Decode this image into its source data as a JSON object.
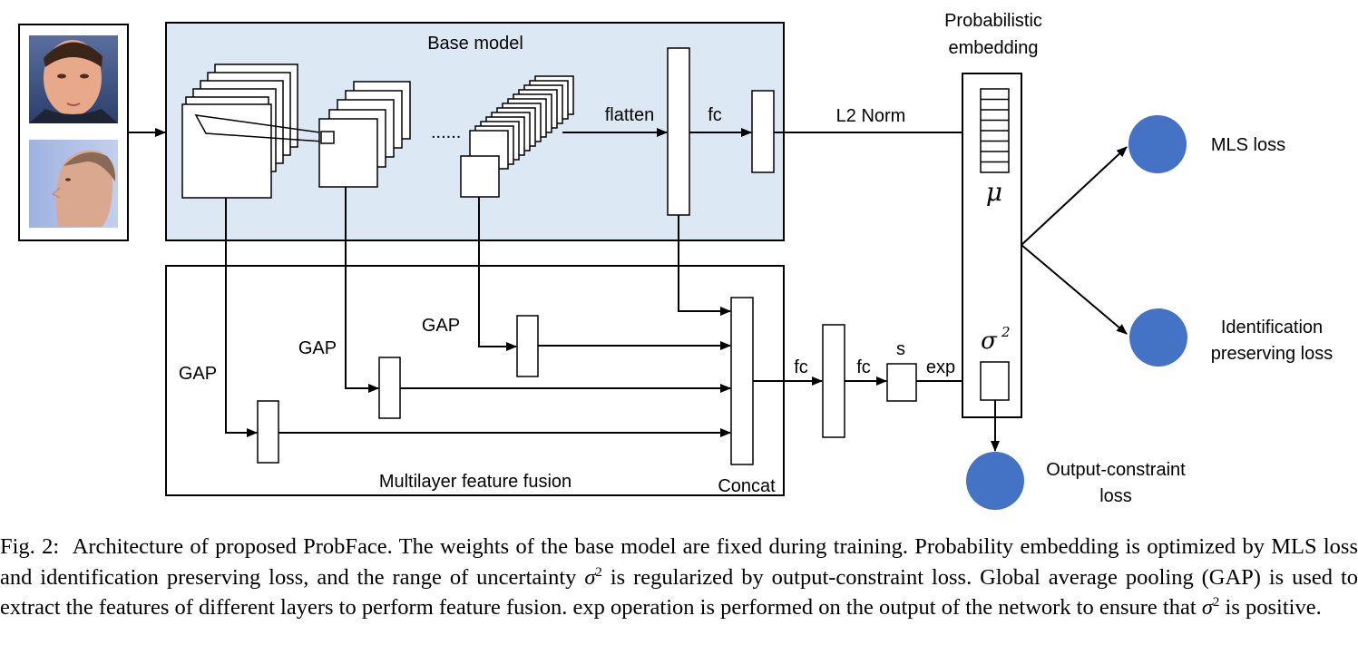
{
  "diagram": {
    "base_model": "Base model",
    "fusion": "Multilayer feature fusion",
    "concat": "Concat",
    "flatten": "flatten",
    "fc": "fc",
    "l2norm": "L2 Norm",
    "gap": "GAP",
    "s": "s",
    "exp": "exp",
    "prob_line1": "Probabilistic",
    "prob_line2": "embedding",
    "mu": "μ",
    "sigma": "σ",
    "sigma_sup": "2",
    "mls_loss": "MLS loss",
    "ident_line1": "Identification",
    "ident_line2": "preserving loss",
    "oc_line1": "Output-constraint",
    "oc_line2": "loss",
    "dots": "......",
    "loss_color": "#4472c4",
    "base_fill": "#dce9f5"
  },
  "caption": {
    "label": "Fig. 2:",
    "part1": "Architecture of proposed ProbFace. The weights of the base model are fixed during training. Probability embedding is optimized by MLS loss and identification preserving loss, and the range of uncertainty",
    "sigma": "σ",
    "sup": "2",
    "part2": "is regularized by output-constraint loss. Global average pooling (GAP) is used to extract the features of different layers to perform feature fusion.",
    "exp": "exp",
    "part3": "operation is performed on the output of the network to ensure that",
    "part4": "is positive."
  }
}
